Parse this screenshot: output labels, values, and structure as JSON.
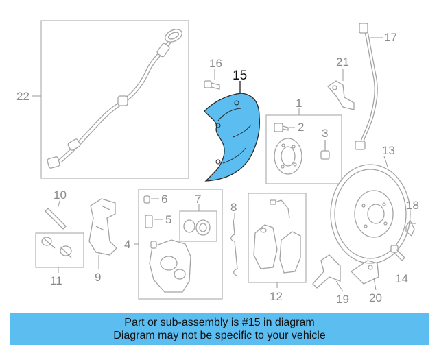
{
  "callouts": {
    "c1": "1",
    "c2": "2",
    "c3": "3",
    "c4": "4",
    "c5": "5",
    "c6": "6",
    "c7": "7",
    "c8": "8",
    "c9": "9",
    "c10": "10",
    "c11": "11",
    "c12": "12",
    "c13": "13",
    "c14": "14",
    "c15": "15",
    "c16": "16",
    "c17": "17",
    "c18": "18",
    "c19": "19",
    "c20": "20",
    "c21": "21",
    "c22": "22"
  },
  "highlight": {
    "part_number": "15",
    "color": "#5bbdf0"
  },
  "banner": {
    "line1": "Part or sub-assembly is #15 in diagram",
    "line2": "Diagram may not be specific to your vehicle"
  }
}
